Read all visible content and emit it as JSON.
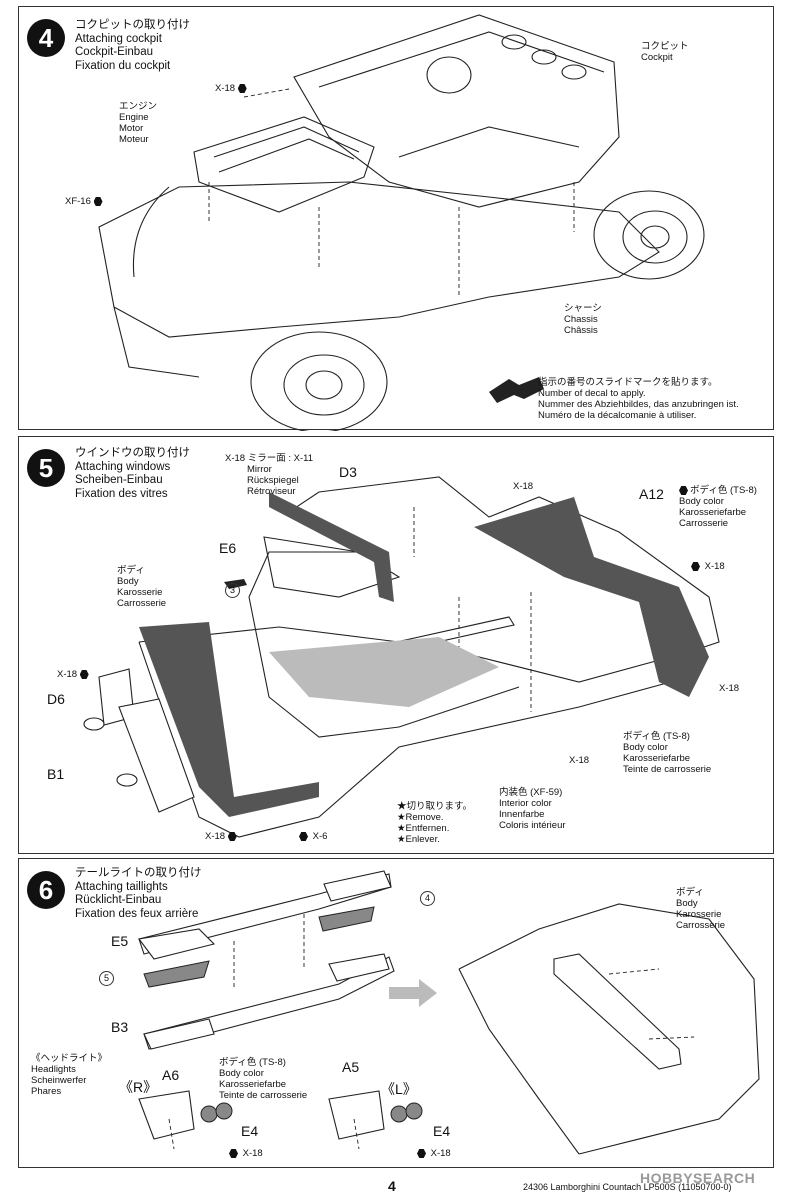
{
  "steps": [
    {
      "number": "4",
      "title_jp": "コクピットの取り付け",
      "title_en": "Attaching cockpit",
      "title_de": "Cockpit-Einbau",
      "title_fr": "Fixation du cockpit",
      "labels": {
        "x18": "X-18",
        "xf16": "XF-16",
        "engine_jp": "エンジン",
        "engine_en": "Engine",
        "engine_de": "Motor",
        "engine_fr": "Moteur",
        "cockpit_jp": "コクピット",
        "cockpit_en": "Cockpit",
        "chassis_jp": "シャーシ",
        "chassis_en": "Chassis",
        "chassis_fr": "Châssis"
      },
      "decal_note": {
        "jp": "指示の番号のスライドマークを貼ります。",
        "en": "Number of decal to apply.",
        "de": "Nummer des Abziehbildes, das anzubringen ist.",
        "fr": "Numéro de la décalcomanie à utiliser."
      }
    },
    {
      "number": "5",
      "title_jp": "ウインドウの取り付け",
      "title_en": "Attaching windows",
      "title_de": "Scheiben-Einbau",
      "title_fr": "Fixation des vitres",
      "labels": {
        "x18": "X-18",
        "mirror_jp": "ミラー面",
        "x11": "X-11",
        "mirror_en": "Mirror",
        "mirror_de": "Rückspiegel",
        "mirror_fr": "Rétroviseur",
        "d3": "D3",
        "a12": "A12",
        "e6": "E6",
        "d6": "D6",
        "b1": "B1",
        "circle3": "3",
        "body_jp": "ボディ",
        "body_en": "Body",
        "body_de": "Karosserie",
        "body_fr": "Carrosserie",
        "bodycolor_jp": "ボディ色 (TS-8)",
        "bodycolor_en": "Body color",
        "bodycolor_de": "Karosseriefarbe",
        "bodycolor_fr": "Teinte de carrosserie",
        "interior_jp": "内装色 (XF-59)",
        "interior_en": "Interior color",
        "interior_de": "Innenfarbe",
        "interior_fr": "Coloris intérieur",
        "remove_jp": "★切り取ります。",
        "remove_en": "★Remove.",
        "remove_de": "★Entfernen.",
        "remove_fr": "★Enlever.",
        "x6": "X-6"
      }
    },
    {
      "number": "6",
      "title_jp": "テールライトの取り付け",
      "title_en": "Attaching taillights",
      "title_de": "Rücklicht-Einbau",
      "title_fr": "Fixation des feux arrière",
      "labels": {
        "e5": "E5",
        "b3": "B3",
        "circle4": "4",
        "circle5": "5",
        "body_jp": "ボディ",
        "body_en": "Body",
        "body_de": "Karosserie",
        "body_fr": "Carrosserie",
        "headlights_jp": "《ヘッドライト》",
        "headlights_en": "Headlights",
        "headlights_de": "Scheinwerfer",
        "headlights_fr": "Phares",
        "r": "《R》",
        "l": "《L》",
        "a6": "A6",
        "a5": "A5",
        "e4": "E4",
        "x18": "X-18",
        "bodycolor_jp": "ボディ色 (TS-8)",
        "bodycolor_en": "Body color",
        "bodycolor_de": "Karosseriefarbe",
        "bodycolor_fr": "Teinte de carrosserie"
      }
    }
  ],
  "footer": {
    "page_number": "4",
    "text": "24306 Lamborghini Countach LP500S (11050700-0)",
    "watermark": "HOBBYSEARCH"
  }
}
